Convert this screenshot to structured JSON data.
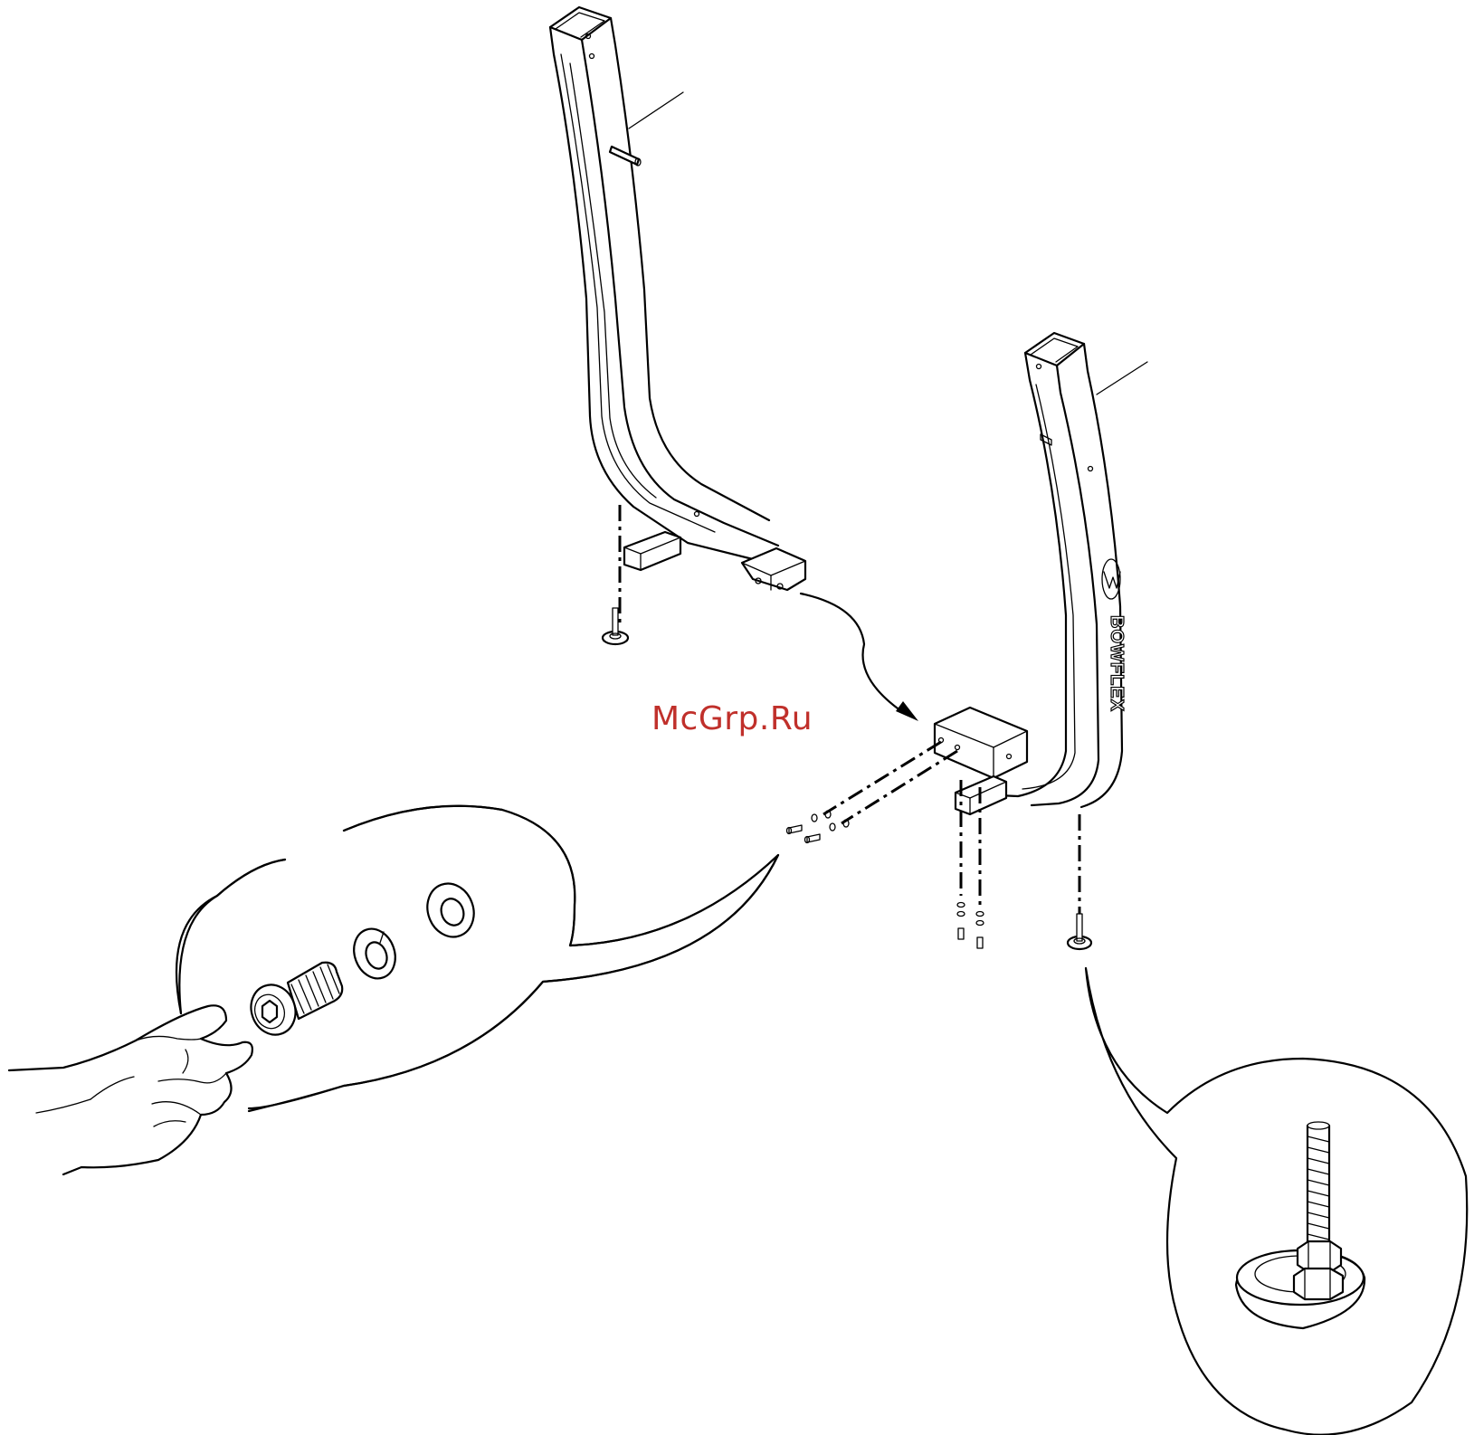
{
  "watermark": {
    "text": "McGrp.Ru",
    "color": "#c0302b"
  },
  "frame_brand": {
    "text": "BOWFLEX"
  },
  "colors": {
    "line": "#000000",
    "background": "#ffffff"
  },
  "icons": [
    "left-upright-frame",
    "right-upright-frame",
    "leveler-foot-icon",
    "button-head-bolt-icon",
    "lock-washer-icon",
    "flat-washer-icon",
    "hand-icon",
    "assembly-arrow-icon"
  ]
}
